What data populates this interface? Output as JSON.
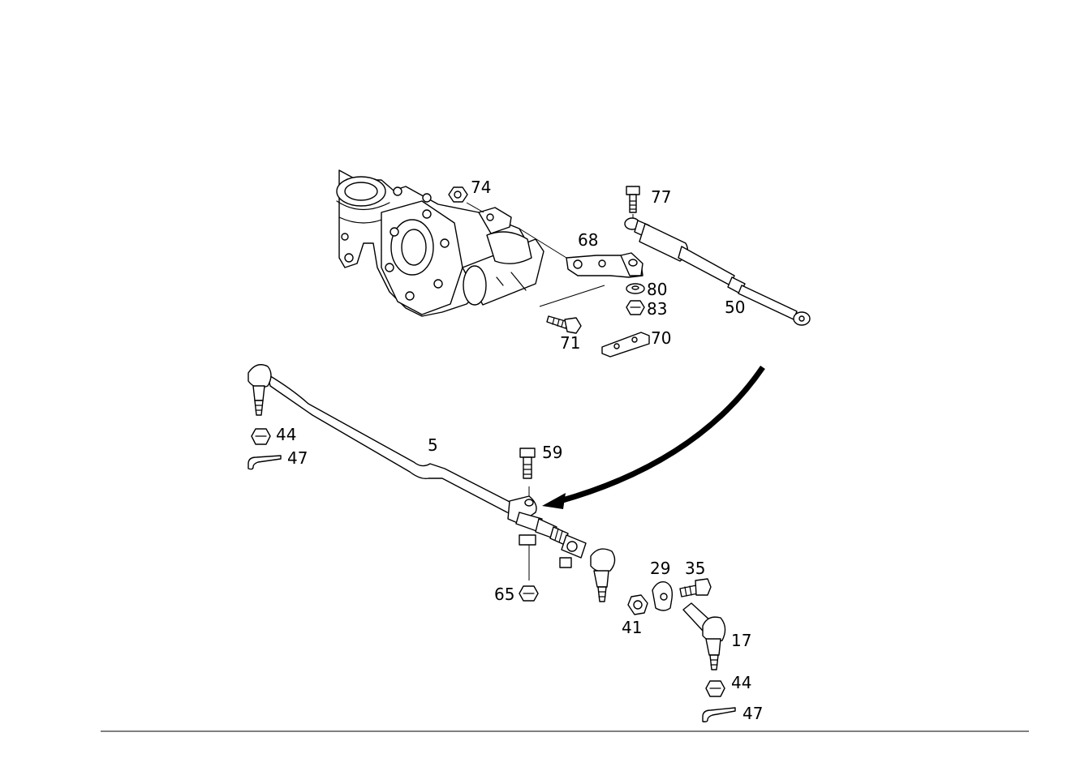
{
  "callouts": {
    "c5": "5",
    "c17": "17",
    "c29": "29",
    "c35": "35",
    "c41": "41",
    "c44a": "44",
    "c44b": "44",
    "c47a": "47",
    "c47b": "47",
    "c50": "50",
    "c59": "59",
    "c65": "65",
    "c68": "68",
    "c70": "70",
    "c71": "71",
    "c74": "74",
    "c77": "77",
    "c80": "80",
    "c83": "83"
  }
}
